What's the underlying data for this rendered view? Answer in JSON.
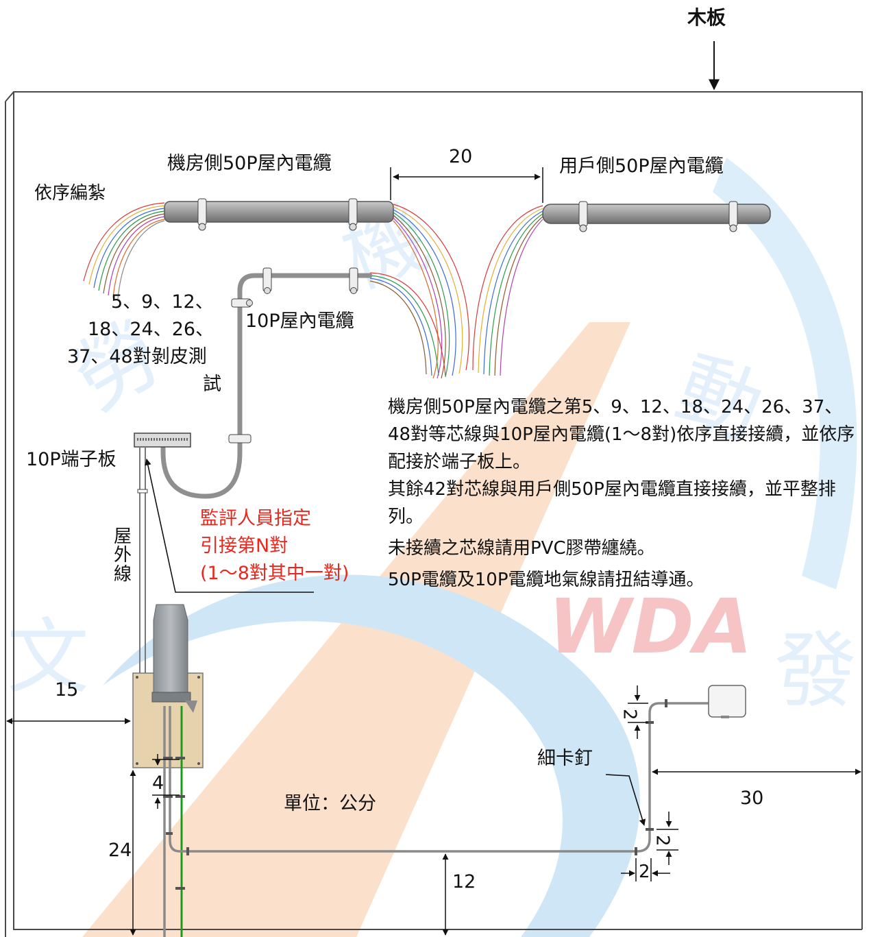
{
  "labels": {
    "wood_board": "木板",
    "room_cable": "機房側50P屋內電纜",
    "user_cable": "用戶側50P屋內電纜",
    "splice_length": "20",
    "bundle_order": "依序編紮",
    "test_pairs": [
      "5、9、12、",
      "18、24、26、",
      "37、48對剝皮測",
      "試"
    ],
    "cable_10p": "10P屋內電纜",
    "terminal_board": "10P端子板",
    "outdoor_line": "屋外線",
    "designated": [
      "監評人員指定",
      "引接第N對",
      "(1～8對其中一對)"
    ],
    "dim_15": "15",
    "dim_4": "4",
    "dim_24": "24",
    "dim_12": "12",
    "dim_30": "30",
    "dim_2": "2",
    "unit": "單位：公分",
    "staple": "細卡釘"
  },
  "description": [
    "機房側50P屋內電纜之第5、9、12、18、24、26、37、48對等芯線與10P屋內電纜(1～8對)依序直接接續，並依序配接於端子板上。",
    "其餘42對芯線與用戶側50P屋內電纜直接接續，並平整排列。",
    "未接續之芯線請用PVC膠帶纏繞。",
    "50P電纜及10P電纜地氣線請扭結導通。"
  ],
  "watermark": "WDA",
  "colors": {
    "board_border": "#4a4a4a",
    "cable_gray": "#9a9a9a",
    "cable_dark": "#555555",
    "wood": "#e6d3ad",
    "ground_wire": "#1c9a1c",
    "red_text": "#e8281e",
    "watermark_blue": "#cfe6f7",
    "watermark_orange": "#fbe1cc"
  }
}
